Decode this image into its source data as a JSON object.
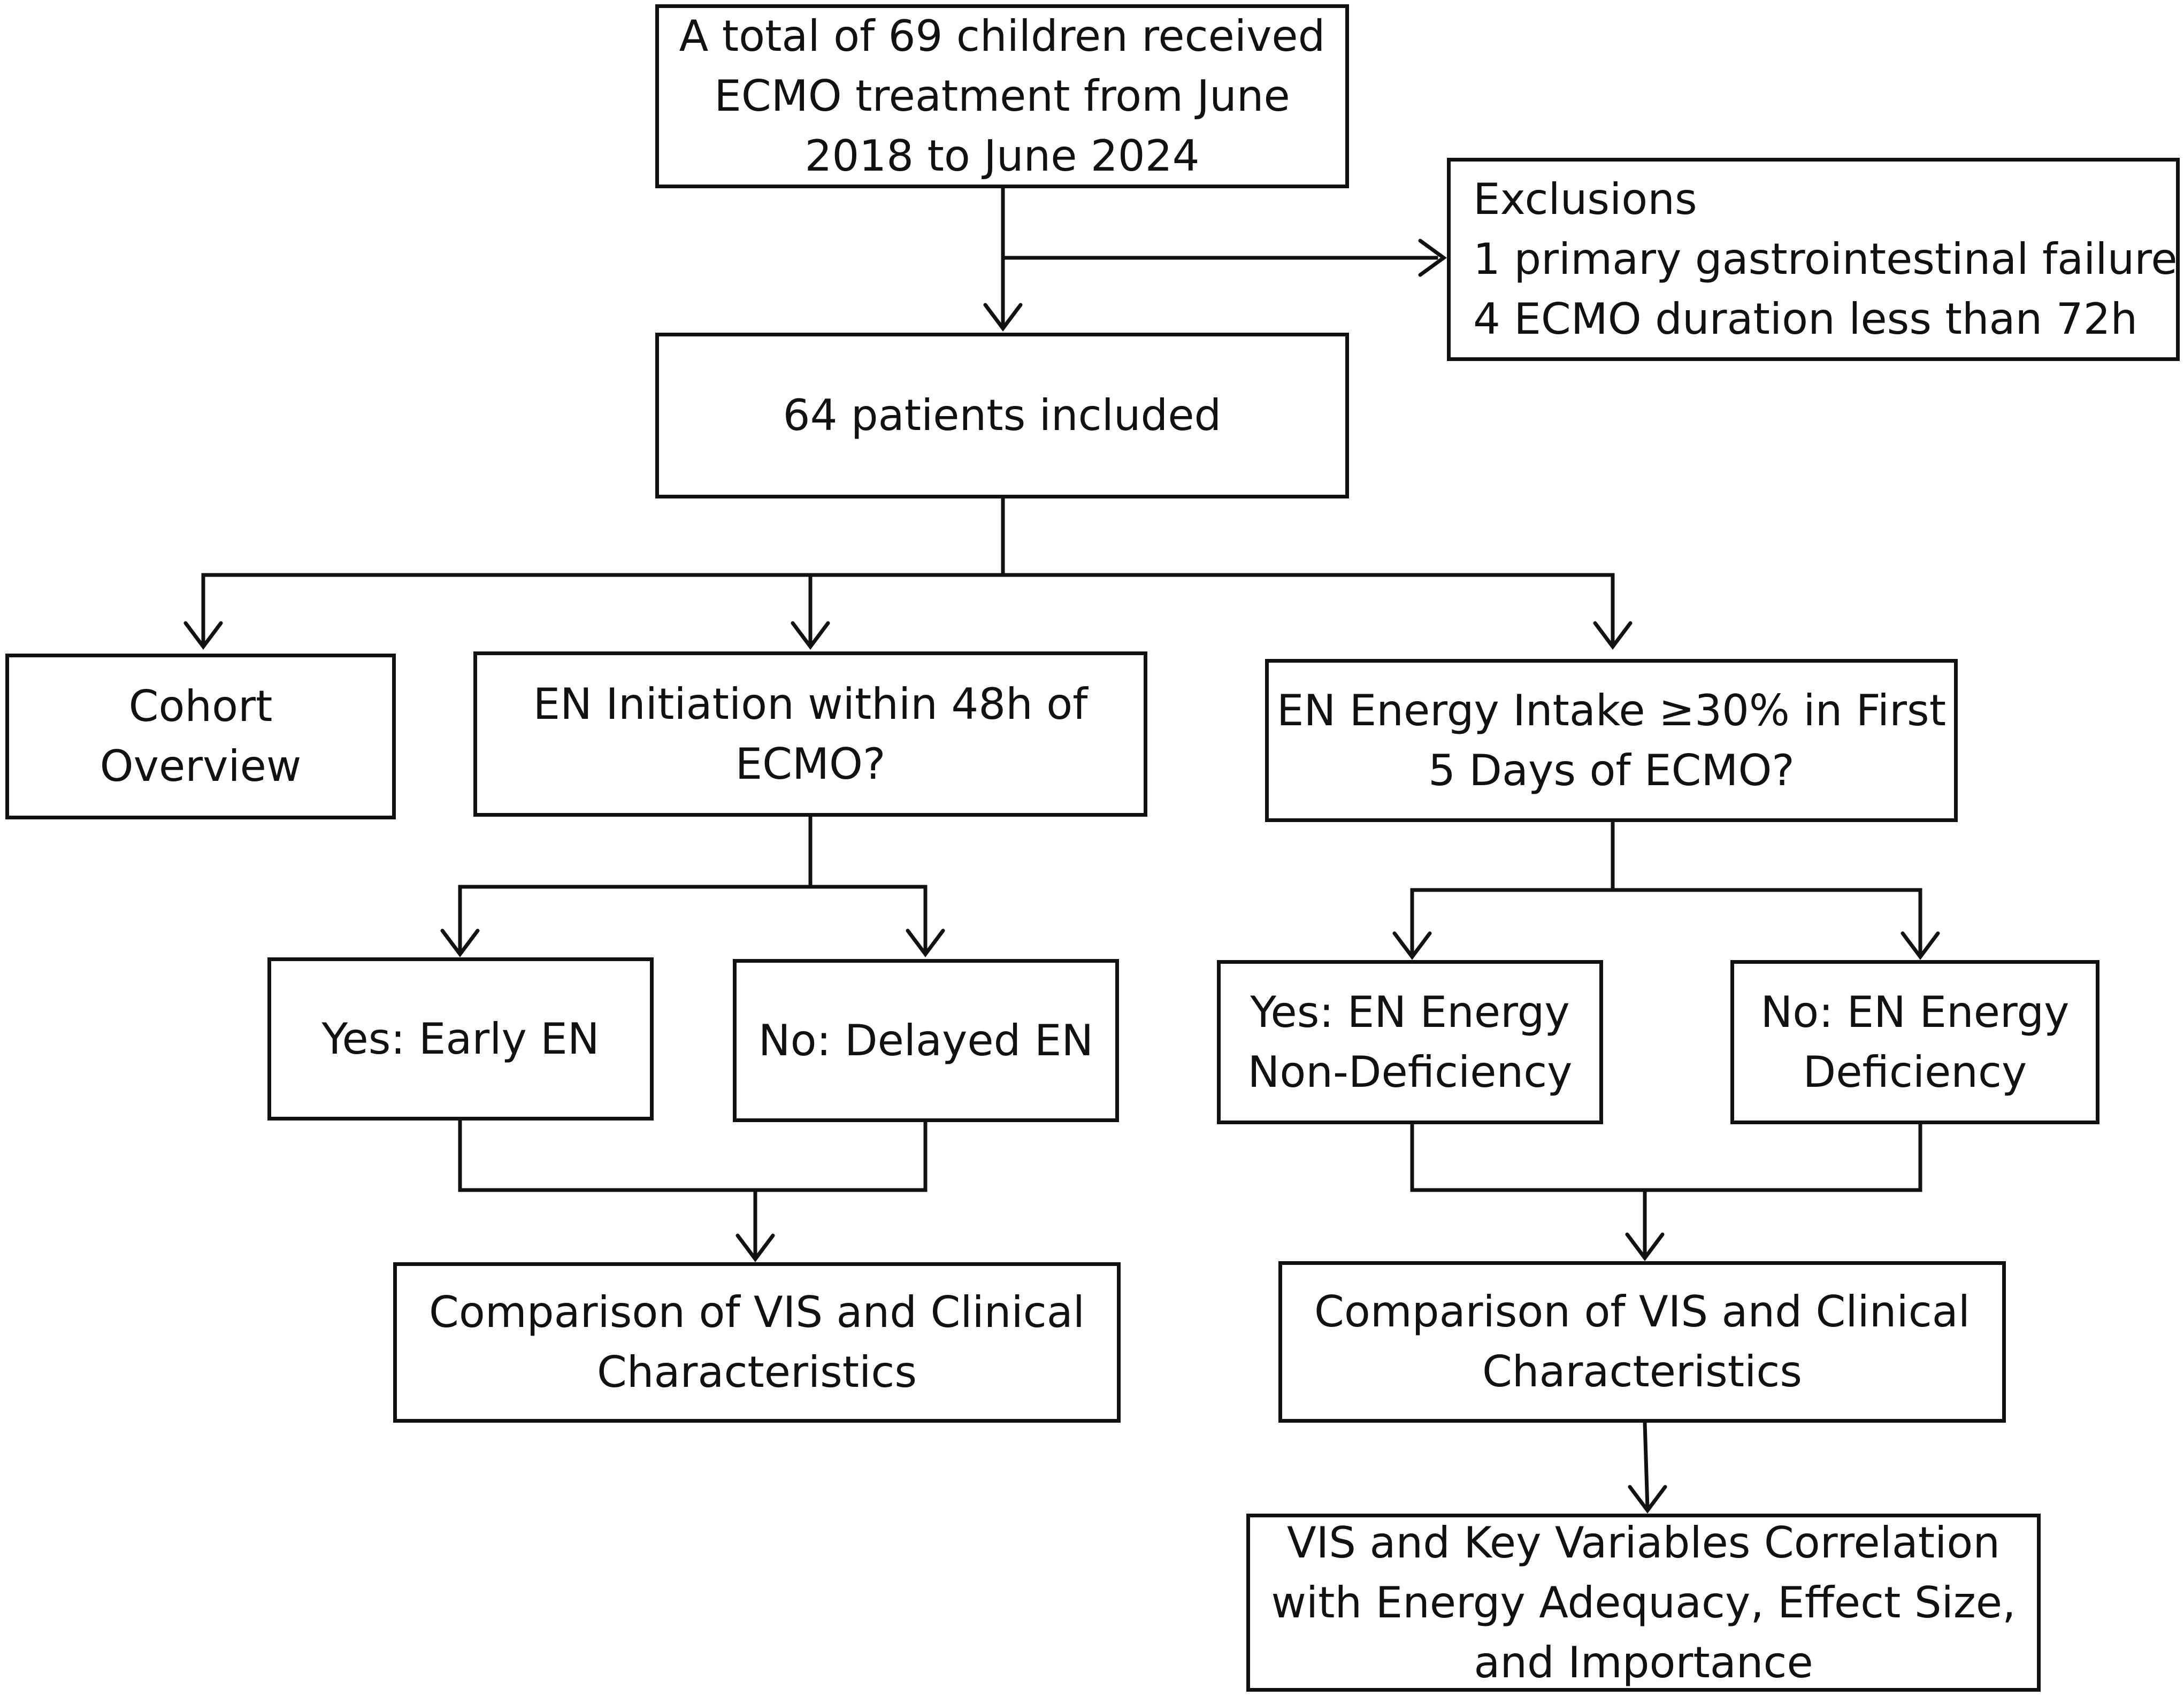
{
  "boxes": {
    "total": {
      "lines": [
        "A total of 69 children received",
        "ECMO treatment from June",
        "2018 to June 2024"
      ]
    },
    "exclusions": {
      "lines": [
        "Exclusions",
        "1  primary gastrointestinal failure",
        "4  ECMO duration less than 72h"
      ]
    },
    "included": {
      "lines": [
        "64 patients included"
      ]
    },
    "cohort": {
      "lines": [
        "Cohort",
        "Overview"
      ]
    },
    "en_initiation": {
      "lines": [
        "EN Initiation within 48h of",
        "ECMO?"
      ]
    },
    "en_energy": {
      "lines": [
        "EN Energy Intake ≥30% in First",
        "5 Days of ECMO?"
      ]
    },
    "early_en": {
      "lines": [
        "Yes: Early EN"
      ]
    },
    "delayed_en": {
      "lines": [
        "No: Delayed EN"
      ]
    },
    "non_deficiency": {
      "lines": [
        "Yes: EN Energy",
        "Non-Deficiency"
      ]
    },
    "deficiency": {
      "lines": [
        "No: EN Energy",
        "Deficiency"
      ]
    },
    "comparison_left": {
      "lines": [
        "Comparison of VIS and Clinical",
        "Characteristics"
      ]
    },
    "comparison_right": {
      "lines": [
        "Comparison of VIS and Clinical",
        "Characteristics"
      ]
    },
    "correlation": {
      "lines": [
        "VIS and Key Variables Correlation",
        "with Energy Adequacy, Effect Size,",
        "and Importance"
      ]
    }
  },
  "colors": {
    "stroke": "#111111",
    "background": "#ffffff"
  }
}
